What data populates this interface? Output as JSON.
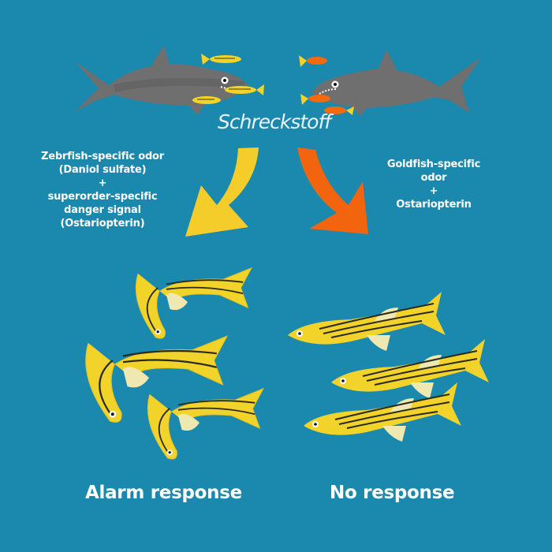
{
  "colors": {
    "background": "#1b88ad",
    "shark": "#6f6f70",
    "zebrafish_body": "#f2d32a",
    "zebrafish_stripe": "#2a2a1e",
    "goldfish": "#f06a10",
    "arrow_left": "#f4cd2a",
    "arrow_right": "#f2650e",
    "text": "#ffffff"
  },
  "title": "Schreckstoff",
  "left_branch": {
    "lines": [
      "Zebrfish-specific odor",
      "(Daniol sulfate)",
      "+",
      "superorder-specific",
      "danger signal",
      "(Ostariopterin)"
    ],
    "arrow_color": "yellow",
    "predator_prey": "zebrafish",
    "outcome": "Alarm response"
  },
  "right_branch": {
    "lines": [
      "Goldfish-specific",
      "odor",
      "+",
      "Ostariopterin"
    ],
    "arrow_color": "orange",
    "predator_prey": "goldfish",
    "outcome": "No response"
  },
  "icons": [
    "shark-eating-zebrafish-icon",
    "shark-eating-goldfish-icon",
    "yellow-curved-arrow-icon",
    "orange-curved-arrow-icon",
    "alarmed-zebrafish-school-icon",
    "calm-zebrafish-school-icon"
  ]
}
